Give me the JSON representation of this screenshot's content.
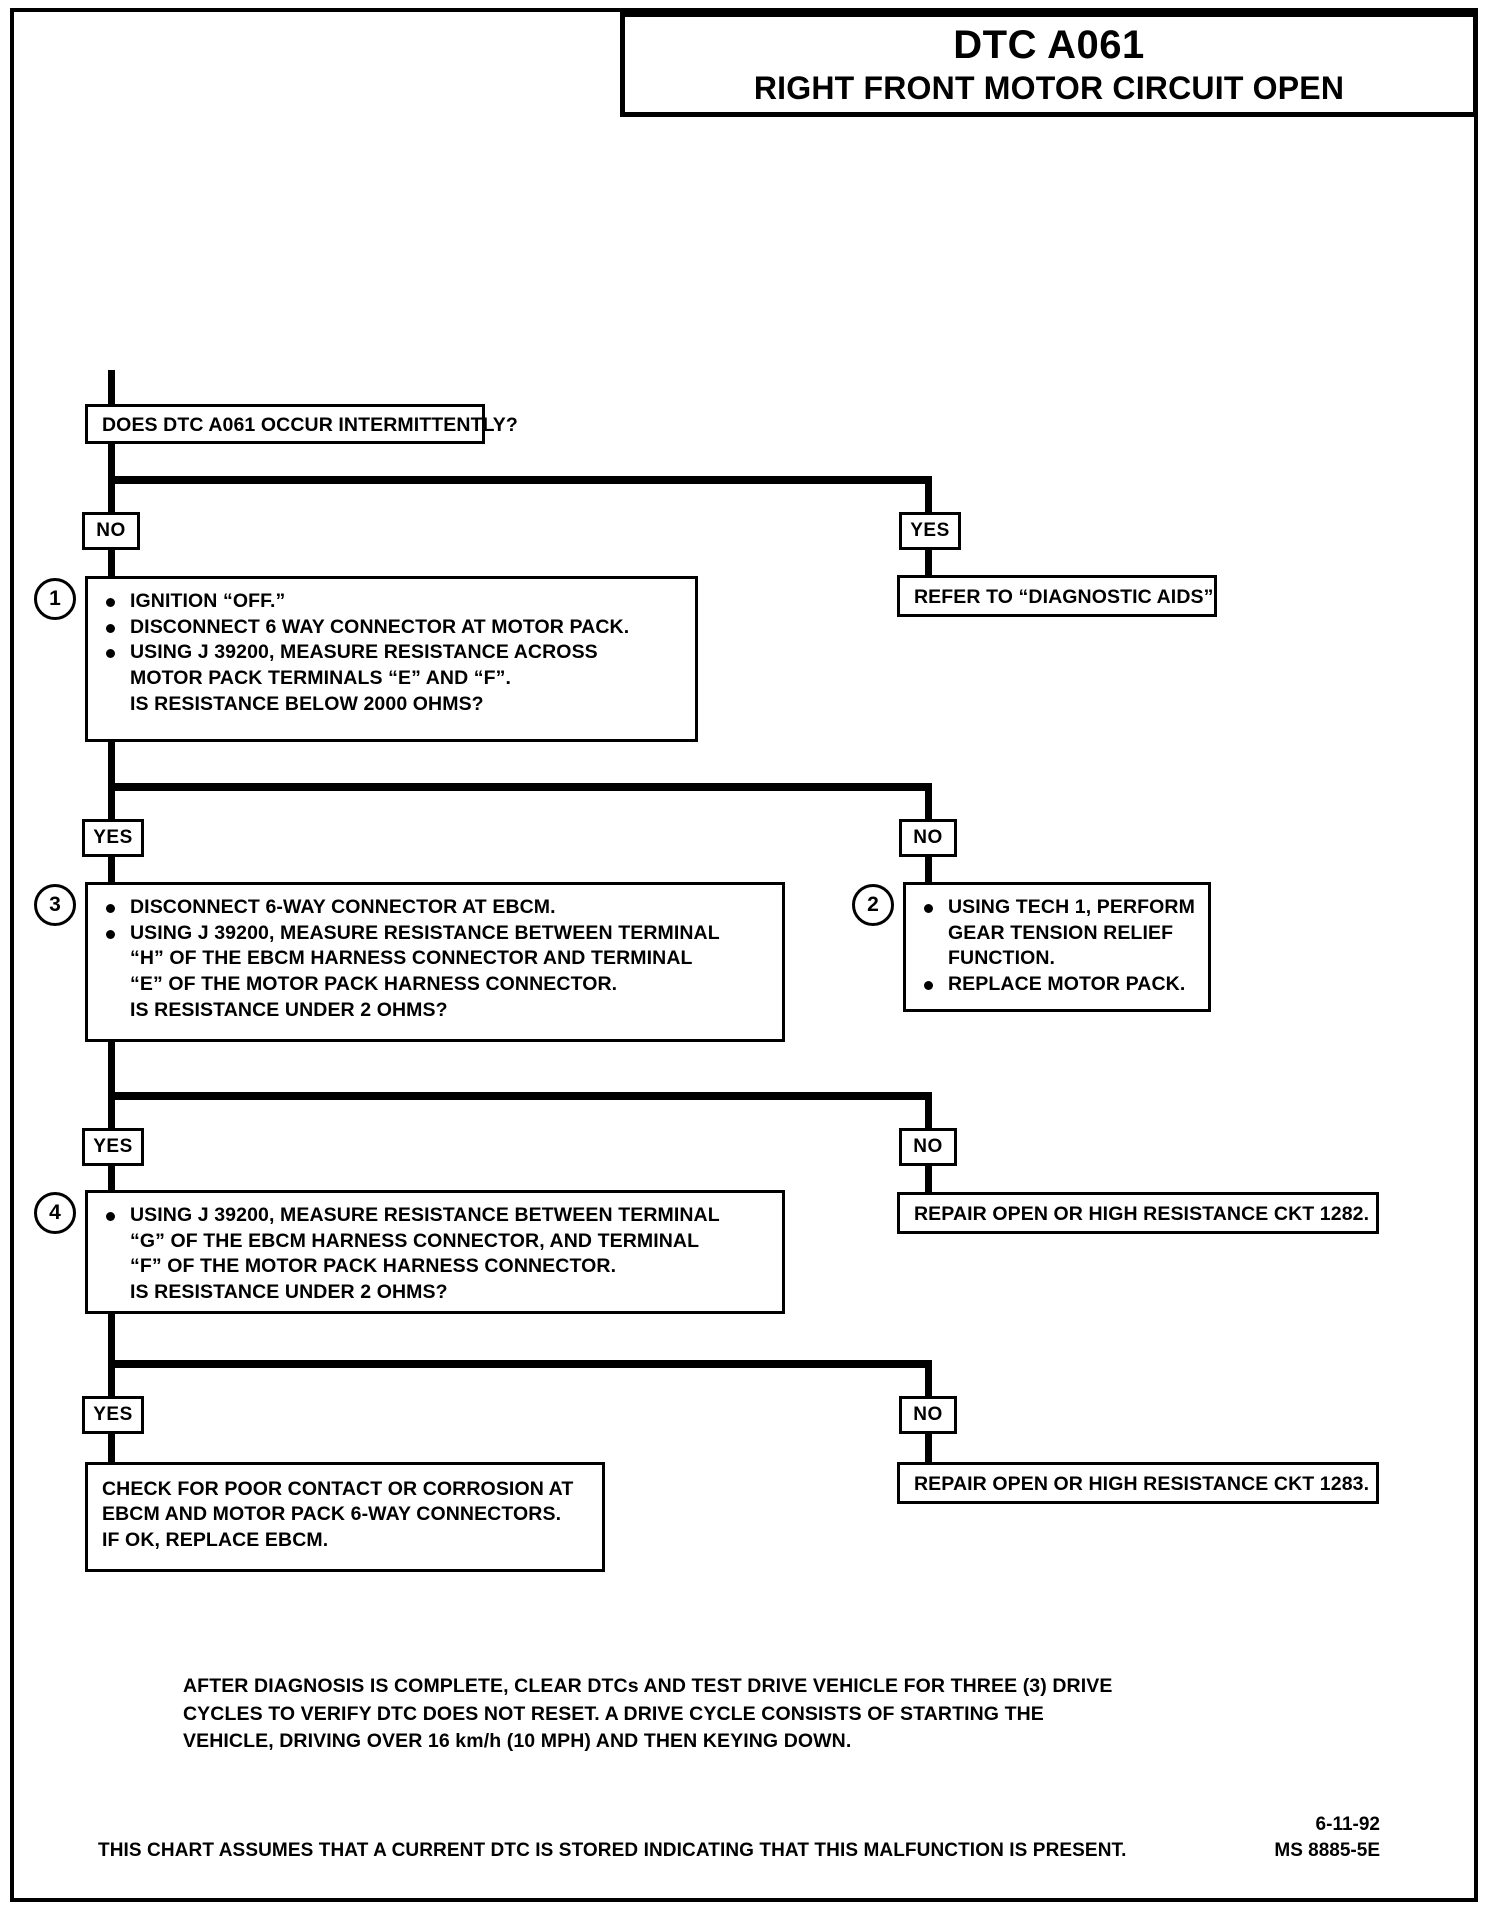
{
  "header": {
    "dtc_code": "DTC A061",
    "dtc_title": "RIGHT FRONT MOTOR CIRCUIT OPEN"
  },
  "flow": {
    "question": "DOES DTC A061 OCCUR INTERMITTENTLY?",
    "branch_no_1": "NO",
    "branch_yes_1": "YES",
    "diagnostic_aids": "REFER TO “DIAGNOSTIC AIDS”",
    "step1": {
      "number": "1",
      "lines": [
        "IGNITION “OFF.”",
        "DISCONNECT 6 WAY CONNECTOR AT MOTOR PACK.",
        "USING J 39200, MEASURE RESISTANCE ACROSS",
        "MOTOR PACK TERMINALS “E” AND “F”.",
        "IS RESISTANCE BELOW 2000 OHMS?"
      ]
    },
    "branch_yes_2": "YES",
    "branch_no_2": "NO",
    "step3": {
      "number": "3",
      "lines": [
        "DISCONNECT 6-WAY CONNECTOR AT EBCM.",
        "USING J 39200, MEASURE RESISTANCE BETWEEN TERMINAL",
        "“H” OF THE EBCM HARNESS CONNECTOR  AND TERMINAL",
        "“E” OF THE MOTOR PACK HARNESS CONNECTOR.",
        "IS RESISTANCE UNDER 2 OHMS?"
      ]
    },
    "step2": {
      "number": "2",
      "lines": [
        "USING TECH 1, PERFORM",
        "GEAR TENSION RELIEF",
        "FUNCTION.",
        "REPLACE MOTOR PACK."
      ]
    },
    "branch_yes_3": "YES",
    "branch_no_3": "NO",
    "step4": {
      "number": "4",
      "lines": [
        "USING J 39200, MEASURE RESISTANCE BETWEEN TERMINAL",
        "“G” OF THE EBCM HARNESS CONNECTOR, AND TERMINAL",
        "“F” OF THE MOTOR PACK HARNESS CONNECTOR.",
        "IS RESISTANCE UNDER 2 OHMS?"
      ]
    },
    "repair_1282": "REPAIR OPEN OR HIGH RESISTANCE  CKT 1282.",
    "branch_yes_4": "YES",
    "branch_no_4": "NO",
    "final_check": {
      "lines": [
        "CHECK FOR  POOR CONTACT OR CORROSION AT",
        "EBCM AND MOTOR PACK 6-WAY CONNECTORS.",
        "IF OK, REPLACE EBCM."
      ]
    },
    "repair_1283": "REPAIR OPEN OR HIGH RESISTANCE CKT 1283."
  },
  "footer": {
    "note_lines": [
      "AFTER DIAGNOSIS IS COMPLETE, CLEAR DTCs AND TEST DRIVE VEHICLE FOR THREE (3) DRIVE",
      "CYCLES TO VERIFY DTC DOES NOT RESET.  A DRIVE CYCLE CONSISTS OF STARTING THE",
      "VEHICLE, DRIVING OVER 16 km/h (10 MPH) AND THEN KEYING DOWN."
    ],
    "assumption": "THIS CHART ASSUMES THAT A CURRENT DTC IS STORED INDICATING THAT THIS MALFUNCTION IS PRESENT.",
    "date": "6-11-92",
    "doc_id": "MS 8885-5E"
  }
}
